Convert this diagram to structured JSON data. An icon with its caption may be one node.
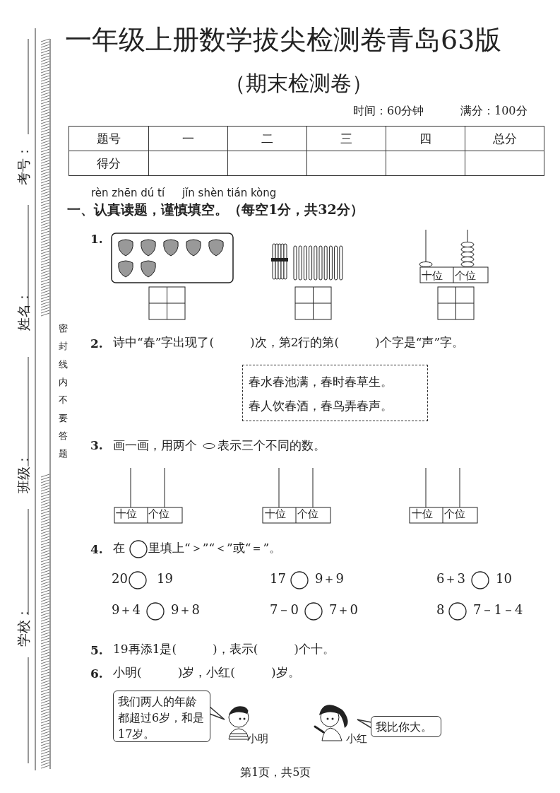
{
  "diagram": {
    "title": "一年级上册数学拔尖检测卷青岛63版",
    "nodes": [
      {
        "text": [
          "春水春池满，春时春草生。",
          "春人饮春酒，春鸟弄春声。"
        ]
      },
      {
        "text": [
          "我们两人的年龄都超过6岁，和是17岁。"
        ]
      },
      {
        "text": [
          "我比你大。"
        ]
      }
    ],
    "labels": [
      "（期末检测卷）",
      "时间：60分钟",
      "满分：100分",
      "题号",
      "一",
      "二",
      "三",
      "四",
      "总分",
      "得分",
      "考号：",
      "姓名：",
      "班级：",
      "学校：",
      "密封线内不要答题",
      "rèn zhēn dú tí",
      "jǐn shèn tián kòng",
      "一、认真读题，谨慎填空。（每空1分，共32分）",
      "1.",
      "十位",
      "个位",
      "2.",
      "诗中“春”字出现了(　　　)次，第2行的第(　　　)个字是“声”字。",
      "3.",
      "画一画，用两个",
      "表示三个不同的数。",
      "十位",
      "个位",
      "十位",
      "个位",
      "十位",
      "个位",
      "4.",
      "在",
      "里填上“＞”“＜”或“＝”。",
      "20",
      "19",
      "17",
      "9＋9",
      "6＋3",
      "10",
      "9＋4",
      "9＋8",
      "7－0",
      "7＋0",
      "8",
      "7－1－4",
      "5.",
      "19再添1是(　　　)，表示(　　　)个十。",
      "6.",
      "小明(　　　)岁，小红(　　　)岁。",
      "小明",
      "小红",
      "第1页，共5页"
    ]
  }
}
